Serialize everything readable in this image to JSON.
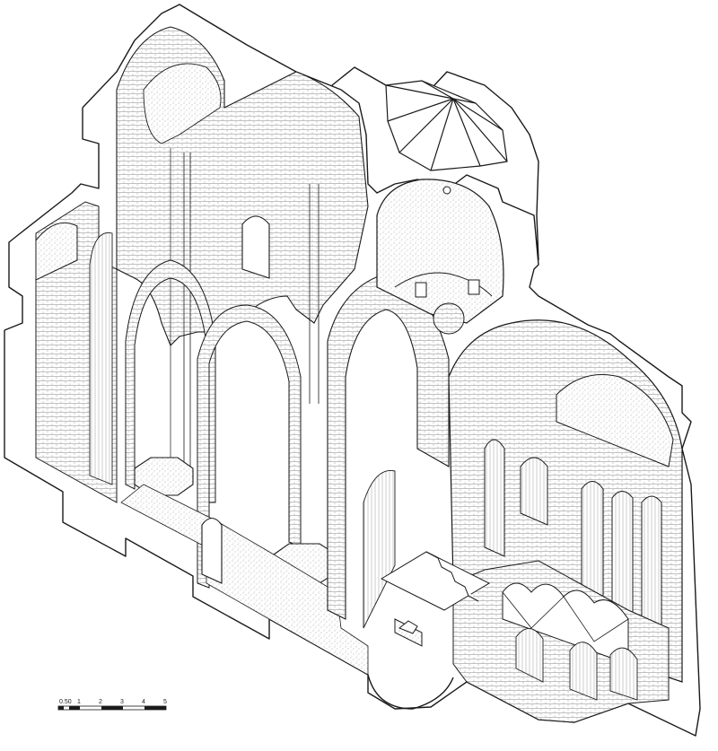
{
  "drawing": {
    "scale_bar": {
      "labels": [
        "0.50",
        "1",
        "2",
        "3",
        "4",
        "5"
      ]
    },
    "colors": {
      "ink": "#1a1a1a",
      "paper": "#ffffff",
      "hatch": "#8a8a8a"
    }
  }
}
